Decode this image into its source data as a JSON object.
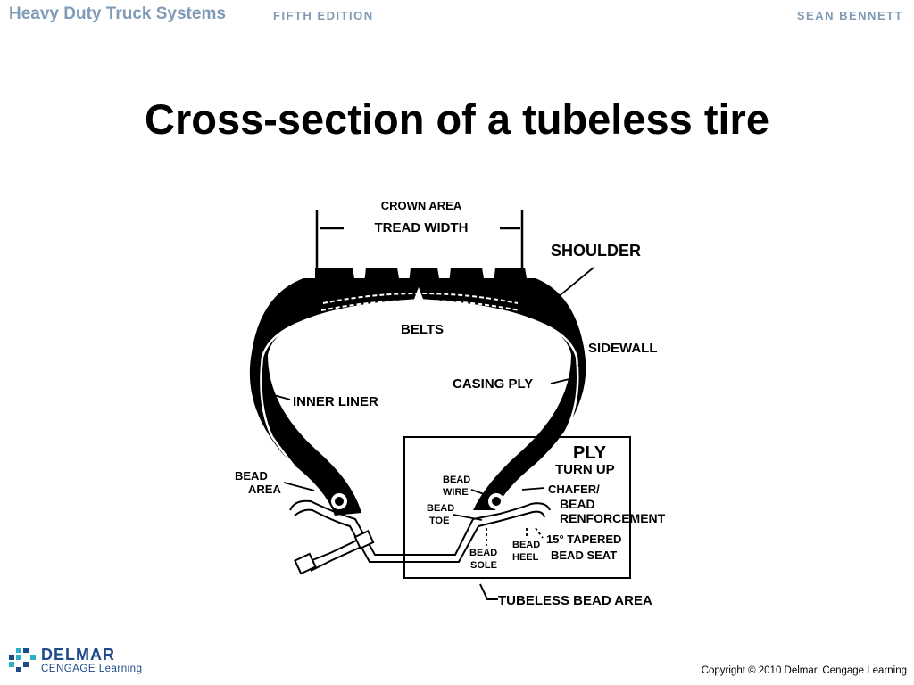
{
  "header": {
    "book_title": "Heavy Duty Truck Systems",
    "edition": "FIFTH EDITION",
    "author": "SEAN BENNETT"
  },
  "slide": {
    "title": "Cross-section of a tubeless tire"
  },
  "diagram": {
    "labels": {
      "crown_area": "CROWN AREA",
      "tread_width": "TREAD WIDTH",
      "shoulder": "SHOULDER",
      "belts": "BELTS",
      "sidewall": "SIDEWALL",
      "casing_ply": "CASING PLY",
      "inner_liner": "INNER LINER",
      "ply": "PLY",
      "turn_up": "TURN UP",
      "bead_area_1": "BEAD",
      "bead_area_2": "AREA",
      "bead_wire_1": "BEAD",
      "bead_wire_2": "WIRE",
      "chafer_1": "CHAFER/",
      "chafer_2": "BEAD",
      "chafer_3": "RENFORCEMENT",
      "bead_toe_1": "BEAD",
      "bead_toe_2": "TOE",
      "bead_sole_1": "BEAD",
      "bead_sole_2": "SOLE",
      "bead_heel_1": "BEAD",
      "bead_heel_2": "HEEL",
      "tapered_1": "15° TAPERED",
      "tapered_2": "BEAD SEAT",
      "tubeless_bead_area": "TUBELESS BEAD AREA"
    }
  },
  "footer": {
    "logo_main": "DELMAR",
    "logo_sub": "CENGAGE Learning",
    "copyright": "Copyright © 2010 Delmar, Cengage Learning"
  },
  "colors": {
    "header_text": "#7f9bb6",
    "logo_blue": "#1f4a8a",
    "logo_teal": "#2bb0c4"
  }
}
